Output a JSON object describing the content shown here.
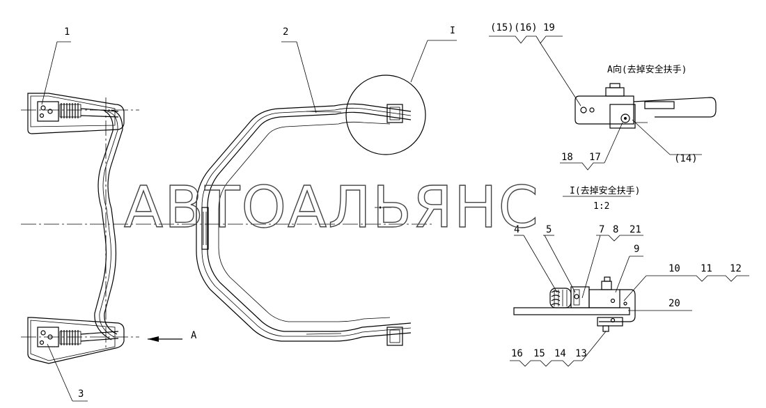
{
  "watermark": "АВТОАЛЬЯНС",
  "view_a_title": "A向(去掉安全扶手)",
  "detail_title": "I(去掉安全扶手)",
  "detail_scale": "1:2",
  "detail_marker": "I",
  "direction_label": "A",
  "callouts": {
    "c1": "1",
    "c2": "2",
    "c3": "3",
    "c4": "4",
    "c5": "5",
    "c7": "7",
    "c8": "8",
    "c9": "9",
    "c10": "10",
    "c11": "11",
    "c12": "12",
    "c13": "13",
    "c14": "(14)",
    "c14b": "14",
    "c15": "(15)",
    "c15b": "15",
    "c16": "(16)",
    "c16b": "16",
    "c17": "17",
    "c18": "18",
    "c19": "19",
    "c20": "20",
    "c21": "21"
  }
}
